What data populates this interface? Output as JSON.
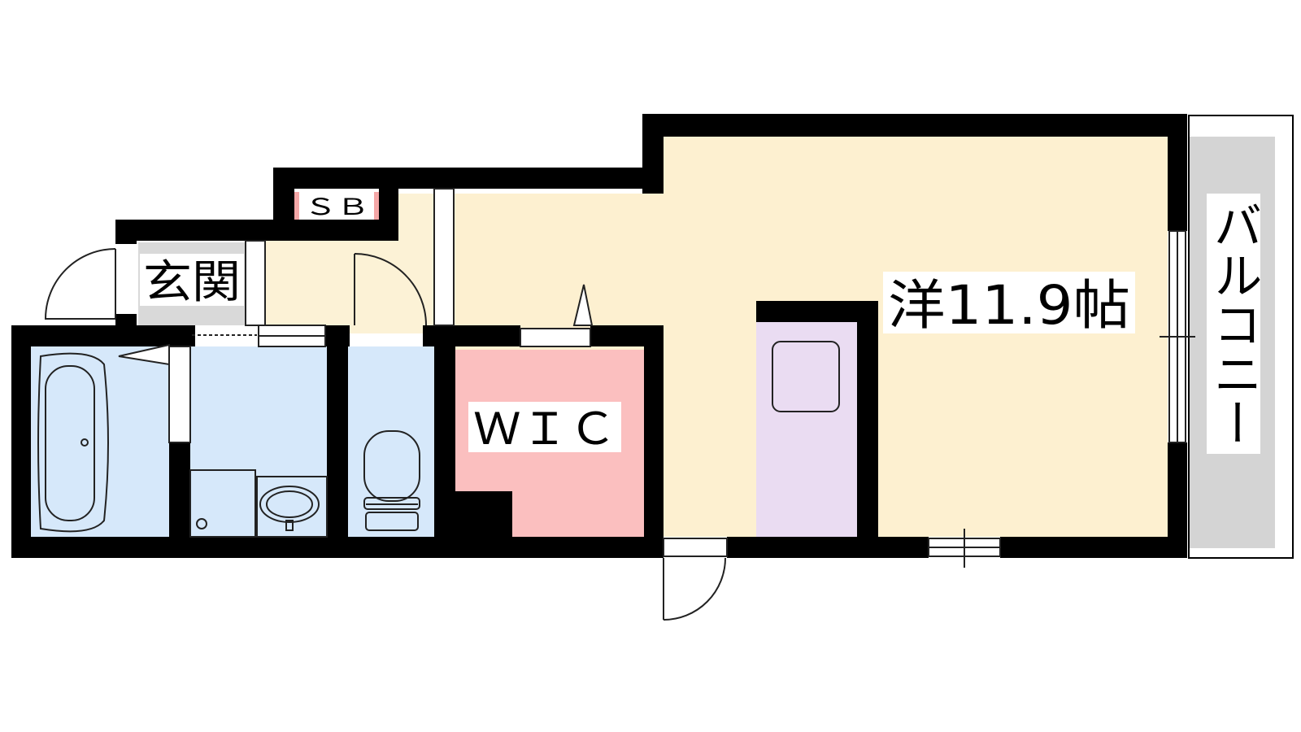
{
  "rooms": {
    "western": {
      "label": "洋11.9帖",
      "color": "#fdf0d0"
    },
    "wic": {
      "label": "ＷＩＣ",
      "color": "#fbbfbf"
    },
    "entrance": {
      "label": "玄関",
      "color": "#d9d9d9"
    },
    "shoe_box": {
      "label": "ＳＢ",
      "color": "#f4a7a7"
    },
    "balcony": {
      "label": "バルコニー",
      "color": "#d4d4d4"
    },
    "wet_area": {
      "color": "#d6e8fa"
    },
    "appliance_space": {
      "color": "#eadcf2"
    },
    "hallway": {
      "color": "#fcf2d6"
    }
  },
  "colors": {
    "wall": "#000000",
    "fixture_line": "#222222"
  }
}
